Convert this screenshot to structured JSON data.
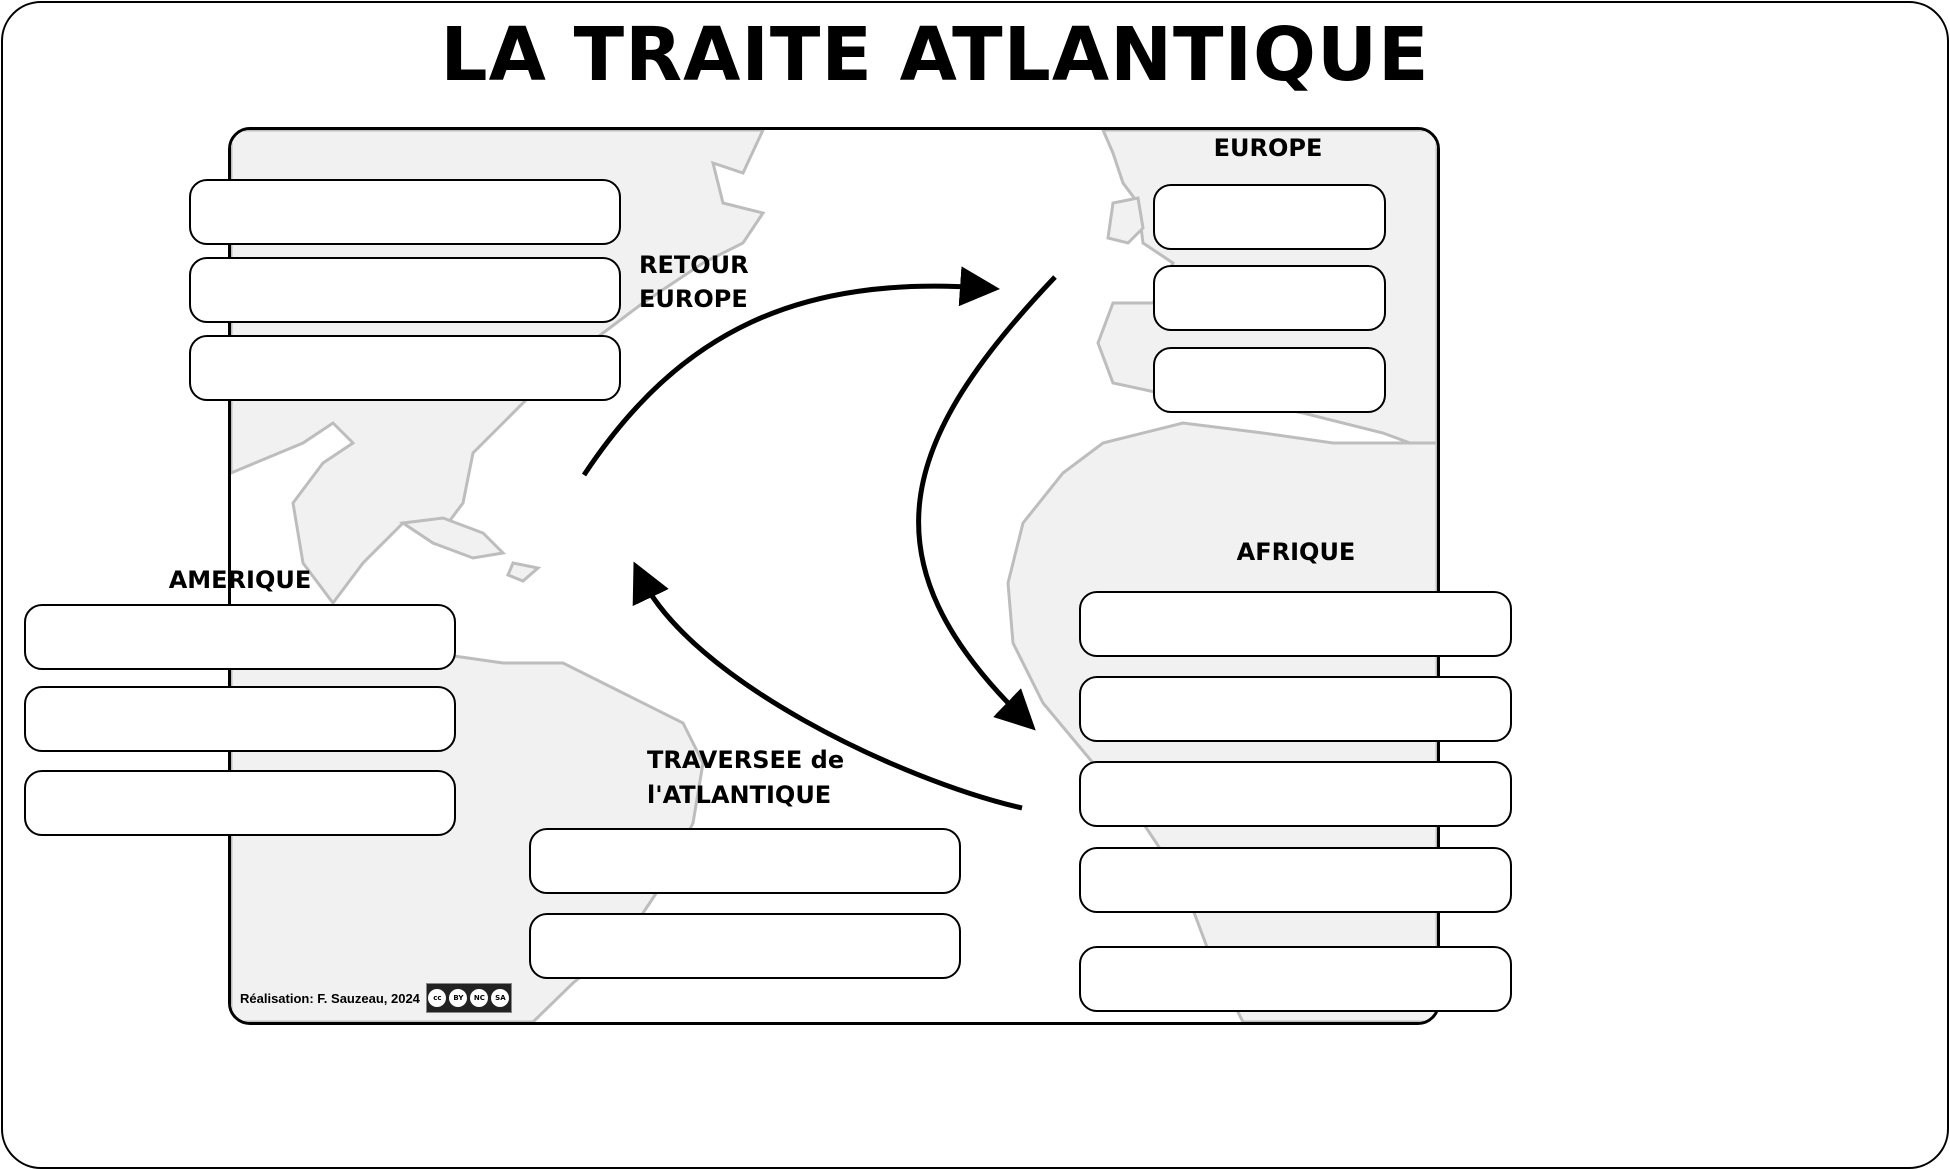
{
  "title": "LA TRAITE ATLANTIQUE",
  "labels": {
    "europe": "EUROPE",
    "retour_line1": "RETOUR",
    "retour_line2": "EUROPE",
    "afrique": "AFRIQUE",
    "amerique": "AMERIQUE",
    "traversee_line1": "TRAVERSEE de",
    "traversee_line2": "l'ATLANTIQUE"
  },
  "credit": "Réalisation: F. Sauzeau, 2024",
  "license": {
    "cc": "cc",
    "by": "BY",
    "nc": "NC",
    "sa": "SA"
  },
  "box_groups": {
    "retour": 3,
    "europe": 3,
    "amerique": 3,
    "traversee": 2,
    "afrique": 5
  }
}
